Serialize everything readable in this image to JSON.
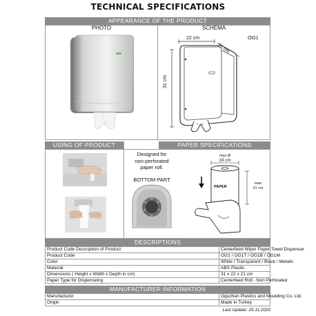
{
  "title": "TECHNICAL SPECIFICATIONS",
  "appearance": {
    "header": "APPEARANCE OF THE PRODUCT",
    "photo_label": "PHOTO",
    "schema_label": "SCHEMA",
    "model_code": "OG1",
    "dim_width": "22 cm",
    "dim_depth": "21 cm",
    "dim_height": "31 cm"
  },
  "usage": {
    "header": "USING OF PRODUCT"
  },
  "paper": {
    "header": "PAPER SPECIFICATIONS",
    "note": [
      "Designed for",
      "non-perforated",
      "paper roll."
    ],
    "bottom_label": "BOTTOM PART",
    "max_diameter": "max Ø",
    "diameter_value": "19 cm",
    "max_height_label": "max",
    "height_value": "21 cm",
    "roll_text": "PAPER"
  },
  "descriptions": {
    "header": "DESCRIPTIONS",
    "rows": [
      {
        "label": "Product Code Description of Product",
        "value": "Centerfeed Wiper Paper Towel Dispenser"
      },
      {
        "label": "Product Code",
        "value": "OG1 / OG1T / OG1B / OG1M"
      },
      {
        "label": "Color",
        "value": "White / Transparent / Black / Metalic"
      },
      {
        "label": "Material",
        "value": "ABS Plastic"
      },
      {
        "label": "Dimensions ( Height x Width x Depth in cm)",
        "value": "31 x 22 x 21 cm"
      },
      {
        "label": "Paper Type for Dispenseing",
        "value": "Centerfeed Roll - Non Perforated"
      }
    ]
  },
  "manufacturer": {
    "header": "MANUFACTURER INFORMATION",
    "rows": [
      {
        "label": "Manufacturer",
        "value": "Oguzhan Plastics and Moulding Co. Ltd."
      },
      {
        "label": "Origin",
        "value": "Made in Turkey"
      }
    ]
  },
  "last_update": "Last Update: 25.11.2020"
}
